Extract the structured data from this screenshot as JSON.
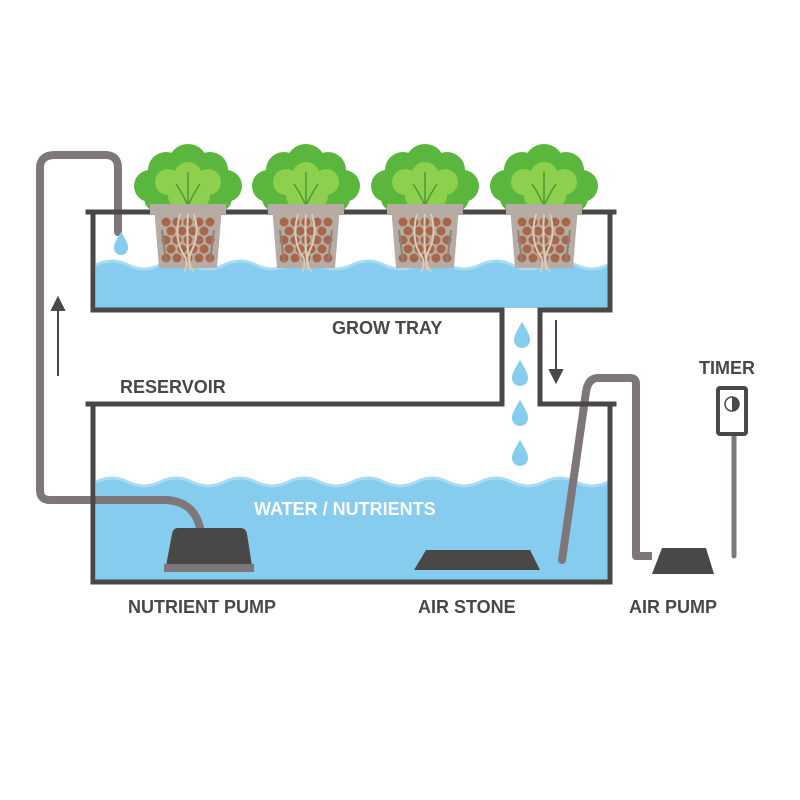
{
  "labels": {
    "grow_tray": "GROW TRAY",
    "reservoir": "RESERVOIR",
    "water_nutrients": "WATER / NUTRIENTS",
    "timer": "TIMER",
    "nutrient_pump": "NUTRIENT PUMP",
    "air_stone": "AIR STONE",
    "air_pump": "AIR PUMP"
  },
  "colors": {
    "outline": "#4a4747",
    "tube": "#7d7779",
    "water": "#85ccee",
    "water_wave": "#a8dcf4",
    "pump": "#4a4747",
    "leaf_dark": "#5ab63d",
    "leaf_light": "#8cd04e",
    "pot": "#b6aca3",
    "pebbles": "#a9674a",
    "drop": "#85ccee",
    "arrow": "#4a4747"
  },
  "icons": [
    "lettuce-plant",
    "net-pot",
    "water-drop",
    "flow-arrow-up",
    "flow-arrow-down",
    "timer-icon",
    "submersible-pump",
    "air-stone",
    "air-pump"
  ]
}
